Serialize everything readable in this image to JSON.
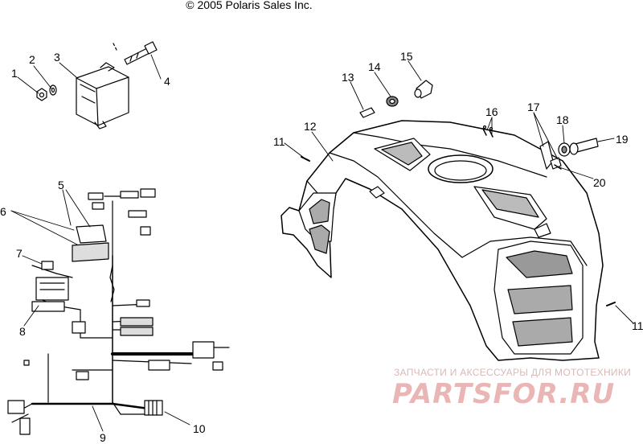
{
  "header": {
    "copyright": "© 2005 Polaris Sales Inc."
  },
  "callouts": [
    {
      "id": "c1",
      "label": "1"
    },
    {
      "id": "c2",
      "label": "2"
    },
    {
      "id": "c3",
      "label": "3"
    },
    {
      "id": "c4",
      "label": "4"
    },
    {
      "id": "c5",
      "label": "5"
    },
    {
      "id": "c6",
      "label": "6"
    },
    {
      "id": "c7",
      "label": "7"
    },
    {
      "id": "c8",
      "label": "8"
    },
    {
      "id": "c9",
      "label": "9"
    },
    {
      "id": "c10",
      "label": "10"
    },
    {
      "id": "c11a",
      "label": "11"
    },
    {
      "id": "c11b",
      "label": "11"
    },
    {
      "id": "c12",
      "label": "12"
    },
    {
      "id": "c13",
      "label": "13"
    },
    {
      "id": "c14",
      "label": "14"
    },
    {
      "id": "c15",
      "label": "15"
    },
    {
      "id": "c16",
      "label": "16"
    },
    {
      "id": "c17",
      "label": "17"
    },
    {
      "id": "c18",
      "label": "18"
    },
    {
      "id": "c19",
      "label": "19"
    },
    {
      "id": "c20",
      "label": "20"
    }
  ],
  "watermark": {
    "tagline": "ЗАПЧАСТИ И АКСЕССУАРЫ ДЛЯ МОТОТЕХНИКИ",
    "logo": "PARTSFOR.RU",
    "color": "#e9b5b5"
  }
}
